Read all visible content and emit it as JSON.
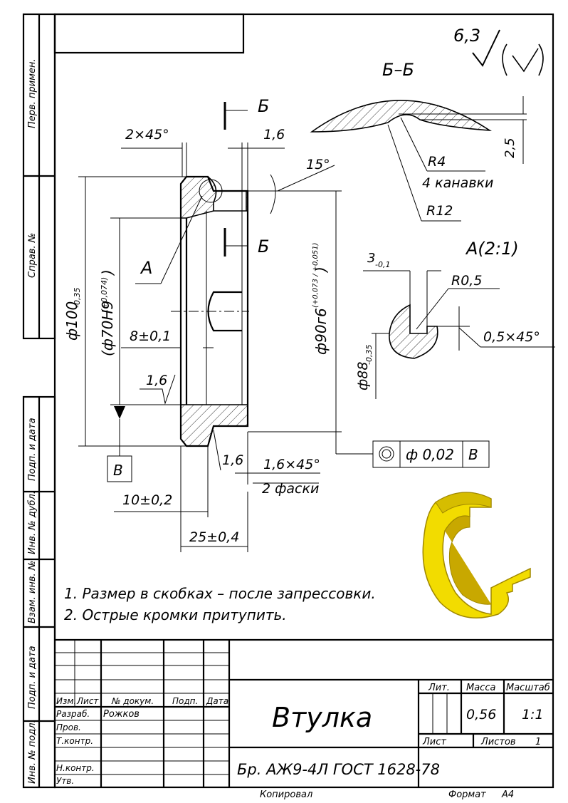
{
  "sidebar": {
    "perv_primen": "Перв. примен.",
    "sprav_no": "Справ. №",
    "podp_data_1": "Подп. и дата",
    "inv_dubl": "Инв. № дубл.",
    "vzam_inv": "Взам. инв. №",
    "podp_data_2": "Подп. и дата",
    "inv_podl": "Инв. № подл."
  },
  "roughness": {
    "value": "6,3"
  },
  "section_bb": {
    "title": "Б–Б",
    "r4": "R4",
    "grooves": "4 канавки",
    "r12": "R12",
    "dim_25": "2,5"
  },
  "detail_a": {
    "title": "А(2:1)",
    "dim_3": "3",
    "dim_3_tol": "-0,1",
    "r05": "R0,5",
    "chamfer": "0,5×45°",
    "dia88": "ф88",
    "dia88_tol": "-0,35"
  },
  "main_view": {
    "section_mark_top": "Б",
    "section_mark_bottom": "Б",
    "chamfer_2x45": "2×45°",
    "dim_16_top": "1,6",
    "angle_15": "15°",
    "label_a": "А",
    "dia100": "ф100",
    "dia100_tol": "-0,35",
    "dia70": "(ф70Н9",
    "dia70_tol": "(+0,074)",
    "dia70_close": ")",
    "dia90": "ф90г6",
    "dia90_tol": "(+0,073 / +0,051)",
    "dia90_close": ")",
    "dim_8": "8±0,1",
    "rough_16_left": "1,6",
    "rough_16_bottom": "1,6",
    "chamfer_16": "1,6×45°",
    "two_chamfers": "2 фаски",
    "dim_10": "10±0,2",
    "dim_25": "25±0,4",
    "datum_b": "В",
    "tol_dia": "ф 0,02",
    "tol_datum": "В"
  },
  "notes": [
    "1. Размер в скобках – после запрессовки.",
    "2. Острые кромки притупить."
  ],
  "title_block": {
    "izm": "Изм.",
    "list": "Лист",
    "no_dokum": "№ докум.",
    "podp": "Подп.",
    "data": "Дата",
    "razrab": "Разраб.",
    "razrab_name": "Рожков",
    "prov": "Пров.",
    "tkontr": "Т.контр.",
    "nkontr": "Н.контр.",
    "utv": "Утв.",
    "name": "Втулка",
    "material": "Бр. АЖ9-4Л ГОСТ 1628-78",
    "lit": "Лит.",
    "massa": "Масса",
    "masshtab": "Масштаб",
    "massa_val": "0,56",
    "masshtab_val": "1:1",
    "list_label": "Лист",
    "listov_label": "Листов",
    "listov_val": "1",
    "kopiroval": "Копировал",
    "format": "Формат",
    "format_val": "А4"
  },
  "colors": {
    "model": "#f2dc00",
    "model_dark": "#c8a800"
  }
}
